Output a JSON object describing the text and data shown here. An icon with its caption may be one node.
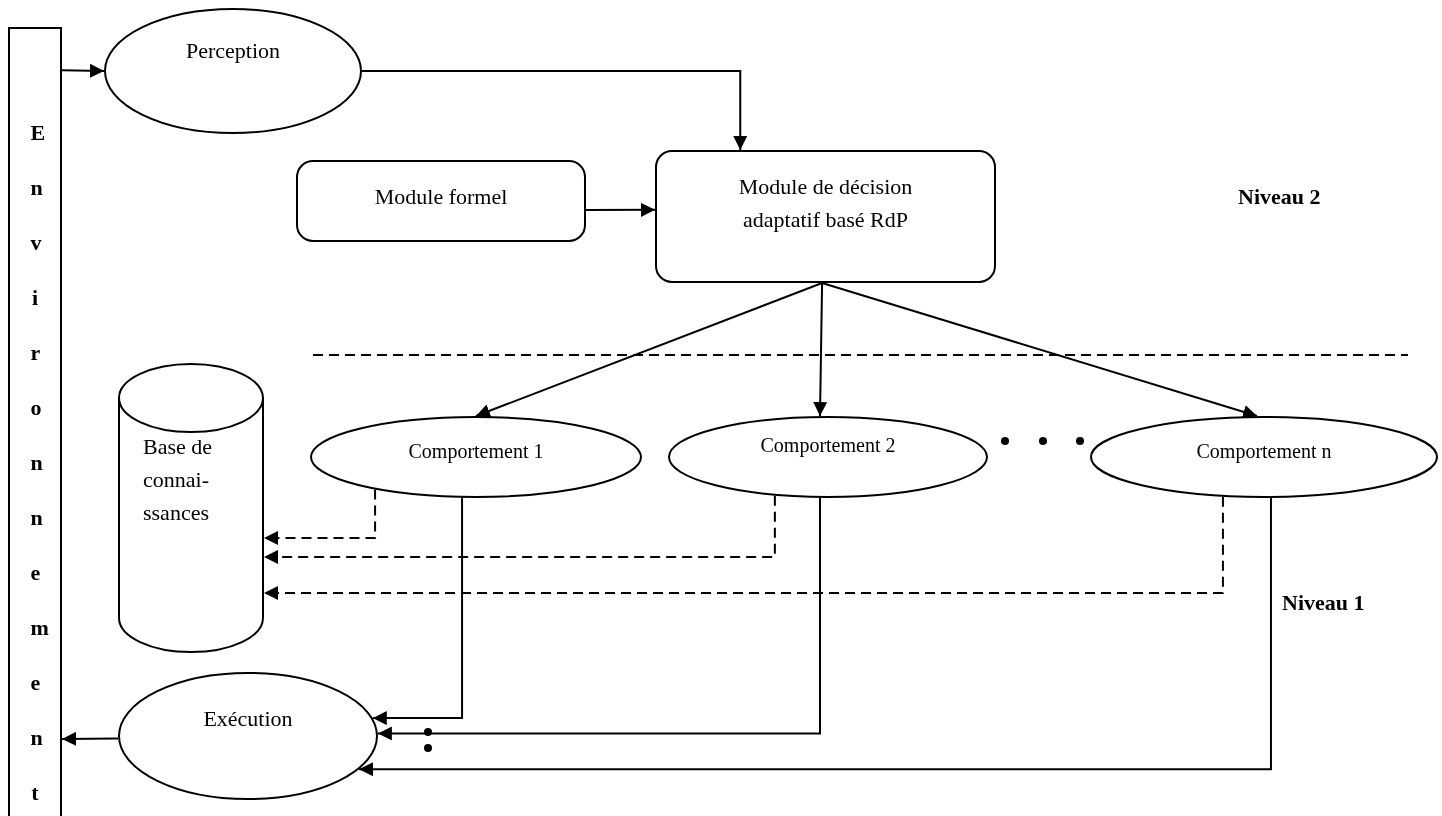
{
  "diagram": {
    "nodes": [
      {
        "text": [
          "Environnement"
        ]
      },
      {
        "text": [
          "Perception"
        ]
      },
      {
        "text": [
          "Module formel"
        ]
      },
      {
        "text": [
          "Module de décision adaptatif basé RdP"
        ]
      },
      {
        "text": [
          "Base de connai- ssances"
        ]
      },
      {
        "text": [
          "Comportement 1"
        ]
      },
      {
        "text": [
          "Comportement 2"
        ]
      },
      {
        "text": [
          "Comportement n"
        ]
      },
      {
        "text": [
          "Exécution"
        ]
      }
    ],
    "edges": [
      {
        "from": 0,
        "to": 1,
        "arrow": "to"
      },
      {
        "from": 1,
        "to": 3,
        "arrow": "to"
      },
      {
        "from": 2,
        "to": 3,
        "arrow": "to"
      },
      {
        "from": 3,
        "to": 5,
        "arrow": "to"
      },
      {
        "from": 3,
        "to": 6,
        "arrow": "to"
      },
      {
        "from": 3,
        "to": 7,
        "arrow": "to"
      },
      {
        "from": 5,
        "to": 4,
        "arrow": "to",
        "style": "dashed"
      },
      {
        "from": 6,
        "to": 4,
        "arrow": "to",
        "style": "dashed"
      },
      {
        "from": 7,
        "to": 4,
        "arrow": "to",
        "style": "dashed"
      },
      {
        "from": 5,
        "to": 8,
        "arrow": "to"
      },
      {
        "from": 6,
        "to": 8,
        "arrow": "to"
      },
      {
        "from": 7,
        "to": 8,
        "arrow": "to"
      },
      {
        "from": 8,
        "to": 0,
        "arrow": "to"
      }
    ],
    "labels": [
      "Niveau 2",
      "Niveau 1"
    ]
  }
}
